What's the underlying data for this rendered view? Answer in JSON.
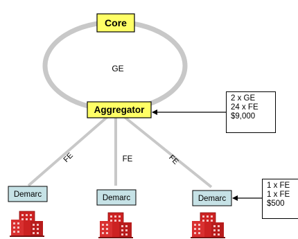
{
  "nodes": {
    "core": "Core",
    "aggregator": "Aggregator",
    "demarc_left": "Demarc",
    "demarc_middle": "Demarc",
    "demarc_right": "Demarc"
  },
  "ring_label": "GE",
  "link_labels": {
    "left": "FE",
    "middle": "FE",
    "right": "FE"
  },
  "aggregator_note": {
    "lines": [
      "2 x GE",
      "24 x FE",
      "$9,000"
    ]
  },
  "demarc_note": {
    "lines": [
      "1 x FE",
      "1 x FE",
      "$500"
    ]
  },
  "colors": {
    "core_fill": "#ffff66",
    "aggregator_fill": "#ffff66",
    "demarc_fill": "#c6e2e6",
    "link_gray": "#c8c8c8",
    "building_red": "#cc2222"
  },
  "icons": [
    "building-icon",
    "building-icon",
    "building-icon"
  ]
}
